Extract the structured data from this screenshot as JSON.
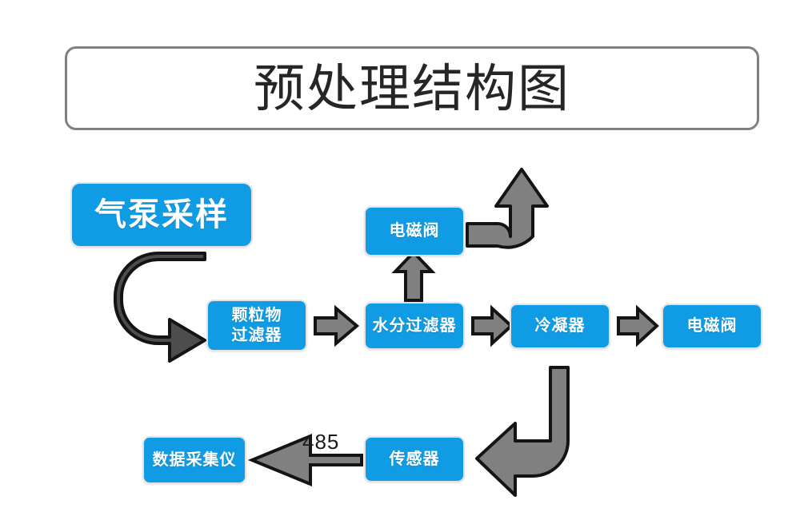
{
  "title": {
    "text": "预处理结构图"
  },
  "colors": {
    "node_fill": "#109ce5",
    "node_border": "#e3e3e3",
    "node_text": "#ffffff",
    "title_border": "#808080",
    "title_text": "#262626",
    "arrow_fill": "#808080",
    "arrow_fill_dark": "#4d4d4d",
    "arrow_outline": "#141414",
    "background": "#ffffff"
  },
  "nodes": [
    {
      "id": "pump",
      "label": "气泵采样",
      "style": "big"
    },
    {
      "id": "particulate",
      "label": "颗粒物\n过滤器",
      "style": "std"
    },
    {
      "id": "water",
      "label": "水分过滤器",
      "style": "std"
    },
    {
      "id": "solenoid_top",
      "label": "电磁阀",
      "style": "std"
    },
    {
      "id": "condenser",
      "label": "冷凝器",
      "style": "std"
    },
    {
      "id": "solenoid_right",
      "label": "电磁阀",
      "style": "std"
    },
    {
      "id": "sensor",
      "label": "传感器",
      "style": "std"
    },
    {
      "id": "daq",
      "label": "数据采集仪",
      "style": "std"
    }
  ],
  "edges": [
    {
      "id": "pump-to-particulate",
      "from": "pump",
      "to": "particulate",
      "label": "",
      "shape": "c-curve-right"
    },
    {
      "id": "particulate-to-water",
      "from": "particulate",
      "to": "water",
      "label": "",
      "shape": "arrow-right"
    },
    {
      "id": "water-to-solenoid-top",
      "from": "water",
      "to": "solenoid_top",
      "label": "",
      "shape": "arrow-up"
    },
    {
      "id": "solenoid-top-to-exhaust",
      "from": "solenoid_top",
      "to": "",
      "label": "",
      "shape": "elbow-up-right"
    },
    {
      "id": "water-to-condenser",
      "from": "water",
      "to": "condenser",
      "label": "",
      "shape": "arrow-right"
    },
    {
      "id": "condenser-to-solenoid",
      "from": "condenser",
      "to": "solenoid_right",
      "label": "",
      "shape": "arrow-right"
    },
    {
      "id": "solenoid-right-to-sensor",
      "from": "solenoid_right",
      "to": "sensor",
      "label": "",
      "shape": "j-curve-down-left"
    },
    {
      "id": "sensor-to-daq",
      "from": "sensor",
      "to": "daq",
      "label": "485",
      "shape": "arrow-left-thin"
    }
  ],
  "edge_labels": {
    "sensor_to_daq": "485"
  }
}
